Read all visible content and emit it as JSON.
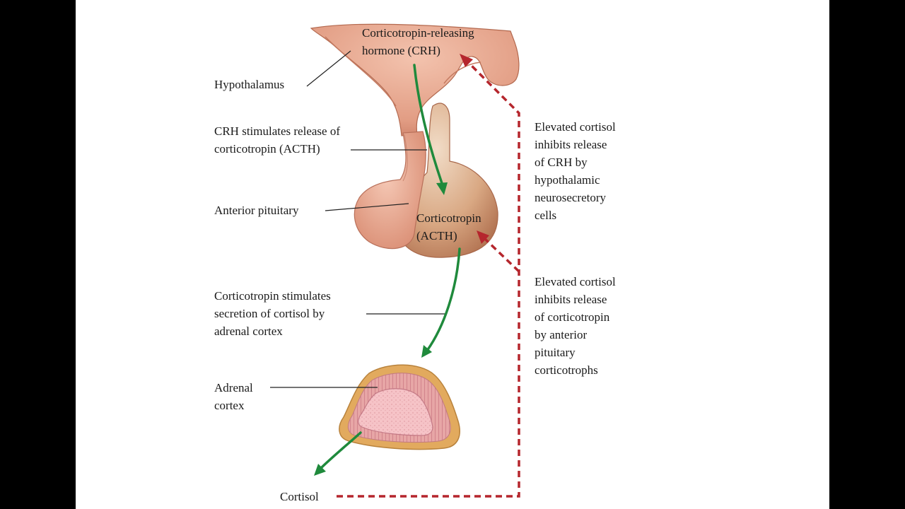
{
  "labels": {
    "hypothalamus": "Hypothalamus",
    "crh_line1": "Corticotropin-releasing",
    "crh_line2": "hormone (CRH)",
    "crh_stim_line1": "CRH stimulates release of",
    "crh_stim_line2": "corticotropin (ACTH)",
    "anterior_pituitary": "Anterior pituitary",
    "acth_line1": "Corticotropin",
    "acth_line2": "(ACTH)",
    "acth_stim_line1": "Corticotropin stimulates",
    "acth_stim_line2": "secretion of cortisol by",
    "acth_stim_line3": "adrenal cortex",
    "adrenal_line1": "Adrenal",
    "adrenal_line2": "cortex",
    "cortisol": "Cortisol"
  },
  "feedback": {
    "crh_lines": [
      "Elevated cortisol",
      "inhibits release",
      "of CRH by",
      "hypothalamic",
      "neurosecretory",
      "cells"
    ],
    "acth_lines": [
      "Elevated cortisol",
      "inhibits release",
      "of corticotropin",
      "by anterior",
      "pituitary",
      "corticotrophs"
    ]
  },
  "colors": {
    "stimulation_arrow": "#1f8a3c",
    "inhibition_arrow": "#b5262d",
    "tissue": "#e9a48c",
    "pituitary_lobe": "#c98a66",
    "adrenal_outer": "#e8b56a",
    "adrenal_inner": "#f3b8c0"
  }
}
